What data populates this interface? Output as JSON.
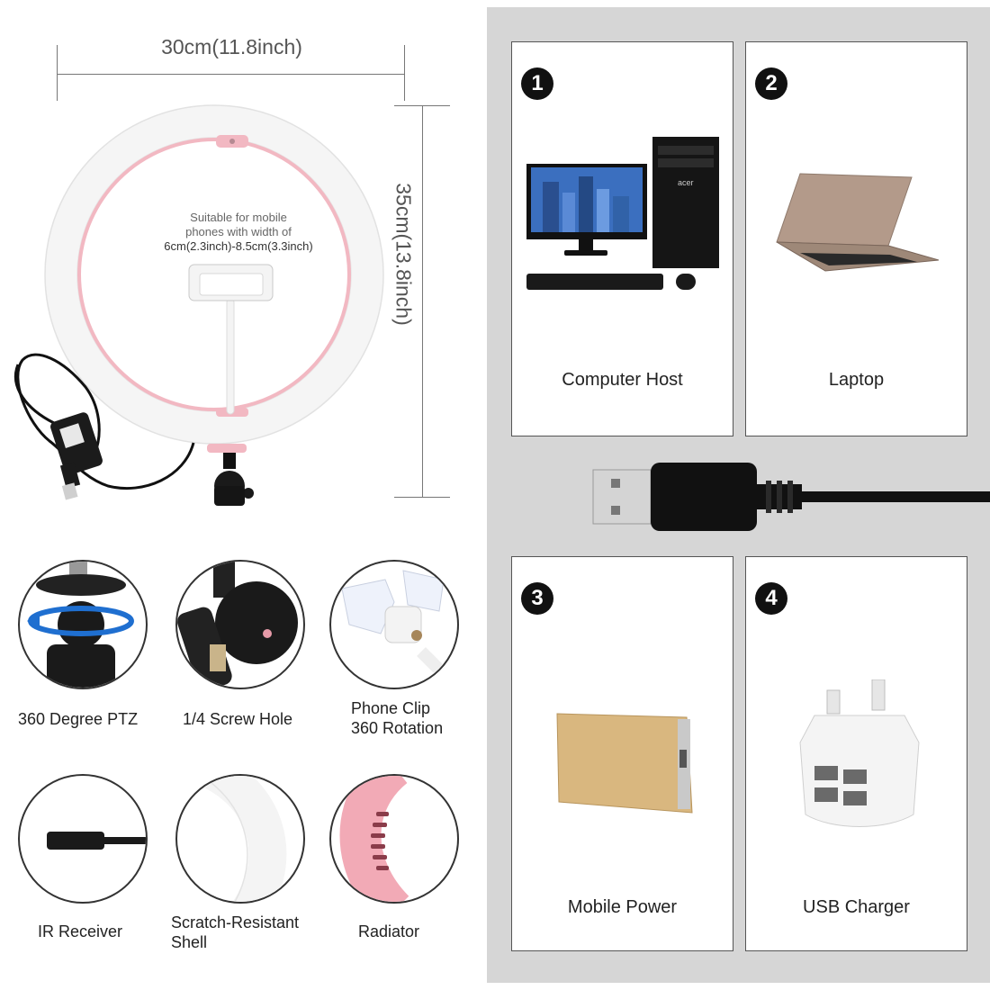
{
  "dimensions": {
    "width_label": "30cm(11.8inch)",
    "height_label": "35cm(13.8inch)"
  },
  "phone_note": {
    "line1": "Suitable for mobile",
    "line2": "phones with width of",
    "line3": "6cm(2.3inch)-8.5cm(3.3inch)"
  },
  "features": [
    {
      "label_line1": "360 Degree PTZ",
      "label_line2": ""
    },
    {
      "label_line1": "1/4 Screw Hole",
      "label_line2": ""
    },
    {
      "label_line1": "Phone Clip",
      "label_line2": "360 Rotation"
    },
    {
      "label_line1": "IR Receiver",
      "label_line2": ""
    },
    {
      "label_line1": "Scratch-Resistant",
      "label_line2": "Shell"
    },
    {
      "label_line1": "Radiator",
      "label_line2": ""
    }
  ],
  "power_sources": [
    {
      "number": "1",
      "label": "Computer Host"
    },
    {
      "number": "2",
      "label": "Laptop"
    },
    {
      "number": "3",
      "label": "Mobile Power"
    },
    {
      "number": "4",
      "label": "USB Charger"
    }
  ],
  "monitor_brand": "acer",
  "colors": {
    "panel_bg": "#d6d6d6",
    "ring_pink": "#f2b8c2",
    "badge": "#111111"
  }
}
